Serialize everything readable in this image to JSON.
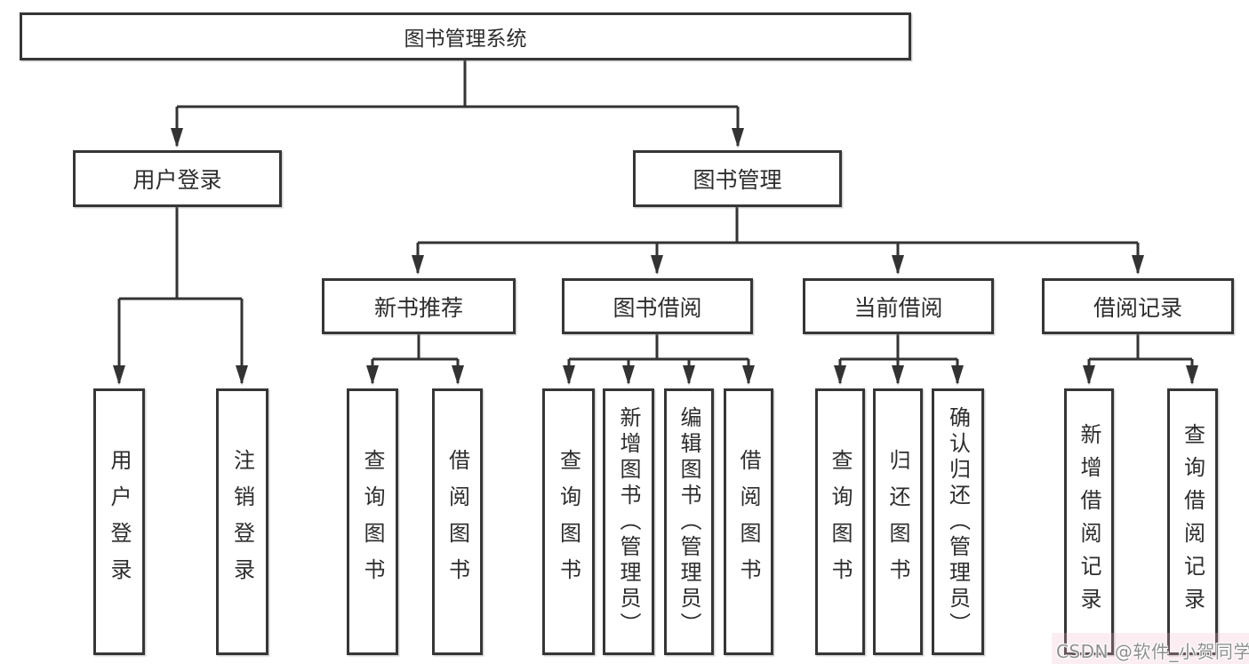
{
  "diagram": {
    "title": "图书管理系统",
    "root": {
      "label": "图书管理系统"
    },
    "level2": [
      {
        "label": "用户登录"
      },
      {
        "label": "图书管理"
      }
    ],
    "level3": [
      {
        "label": "新书推荐",
        "parent": "图书管理"
      },
      {
        "label": "图书借阅",
        "parent": "图书管理"
      },
      {
        "label": "当前借阅",
        "parent": "图书管理"
      },
      {
        "label": "借阅记录",
        "parent": "图书管理"
      }
    ],
    "leaves": [
      {
        "label": "用户登录",
        "parent": "用户登录"
      },
      {
        "label": "注销登录",
        "parent": "用户登录"
      },
      {
        "label": "查询图书",
        "parent": "新书推荐"
      },
      {
        "label": "借阅图书",
        "parent": "新书推荐"
      },
      {
        "label": "查询图书",
        "parent": "图书借阅"
      },
      {
        "label": "新增图书（管理员）",
        "parent": "图书借阅"
      },
      {
        "label": "编辑图书（管理员）",
        "parent": "图书借阅"
      },
      {
        "label": "借阅图书",
        "parent": "图书借阅"
      },
      {
        "label": "查询图书",
        "parent": "当前借阅"
      },
      {
        "label": "归还图书",
        "parent": "当前借阅"
      },
      {
        "label": "确认归还（管理员）",
        "parent": "当前借阅"
      },
      {
        "label": "新增借阅记录",
        "parent": "借阅记录"
      },
      {
        "label": "查询借阅记录",
        "parent": "借阅记录"
      }
    ]
  },
  "watermark": {
    "text": "CSDN @软件_小贺同学"
  },
  "colors": {
    "line": "#333333",
    "box_border": "#363636",
    "box_fill": "#ffffff",
    "text": "#2d2d2d",
    "watermark_text": "#8f8f8f",
    "watermark_tint": "#eeb8c7",
    "background": "#ffffff"
  }
}
